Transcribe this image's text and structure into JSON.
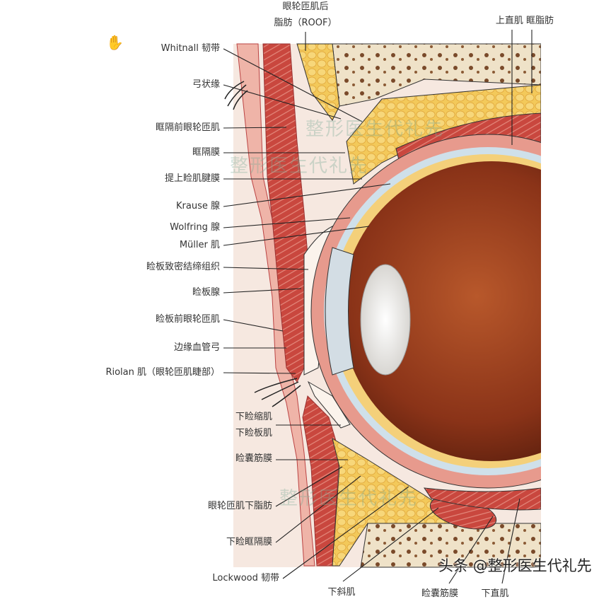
{
  "labels": {
    "roof_line1": "眼轮匝肌后",
    "roof_line2": "脂肪（ROOF）",
    "superior_rectus_fat": "上直肌 眶脂肪",
    "whitnall": "Whitnall 韧带",
    "arcus": "弓状缘",
    "preseptal_orbicularis": "眶隔前眼轮匝肌",
    "septum": "眶隔膜",
    "levator_aponeurosis": "提上睑肌腱膜",
    "krause": "Krause 腺",
    "wolfring": "Wolfring 腺",
    "muller": "Müller 肌",
    "tarsal_connective": "睑板致密结缔组织",
    "meibomian": "睑板腺",
    "pretarsal_orbicularis": "睑板前眼轮匝肌",
    "marginal_arcade": "边缘血管弓",
    "riolan": "Riolan 肌（眼轮匝肌睫部）",
    "lower_retractor": "下睑缩肌",
    "lower_tarsal_muscle": "下睑板肌",
    "capsulopalpebral_fascia": "睑囊筋膜",
    "soof": "眼轮匝肌下脂肪",
    "lower_septum": "下睑眶隔膜",
    "lockwood": "Lockwood 韧带",
    "inferior_oblique": "下斜肌",
    "capsulopalpebral_fascia_2": "睑囊筋膜",
    "inferior_rectus": "下直肌"
  },
  "watermark": "整形医生代礼先",
  "credit": "头条 @整形医生代礼先",
  "colors": {
    "muscle": "#c8463e",
    "fat": "#f2c75a",
    "bone": "#efe2c8",
    "eye": "#8e3a1c",
    "skin": "#f3c9c0"
  }
}
